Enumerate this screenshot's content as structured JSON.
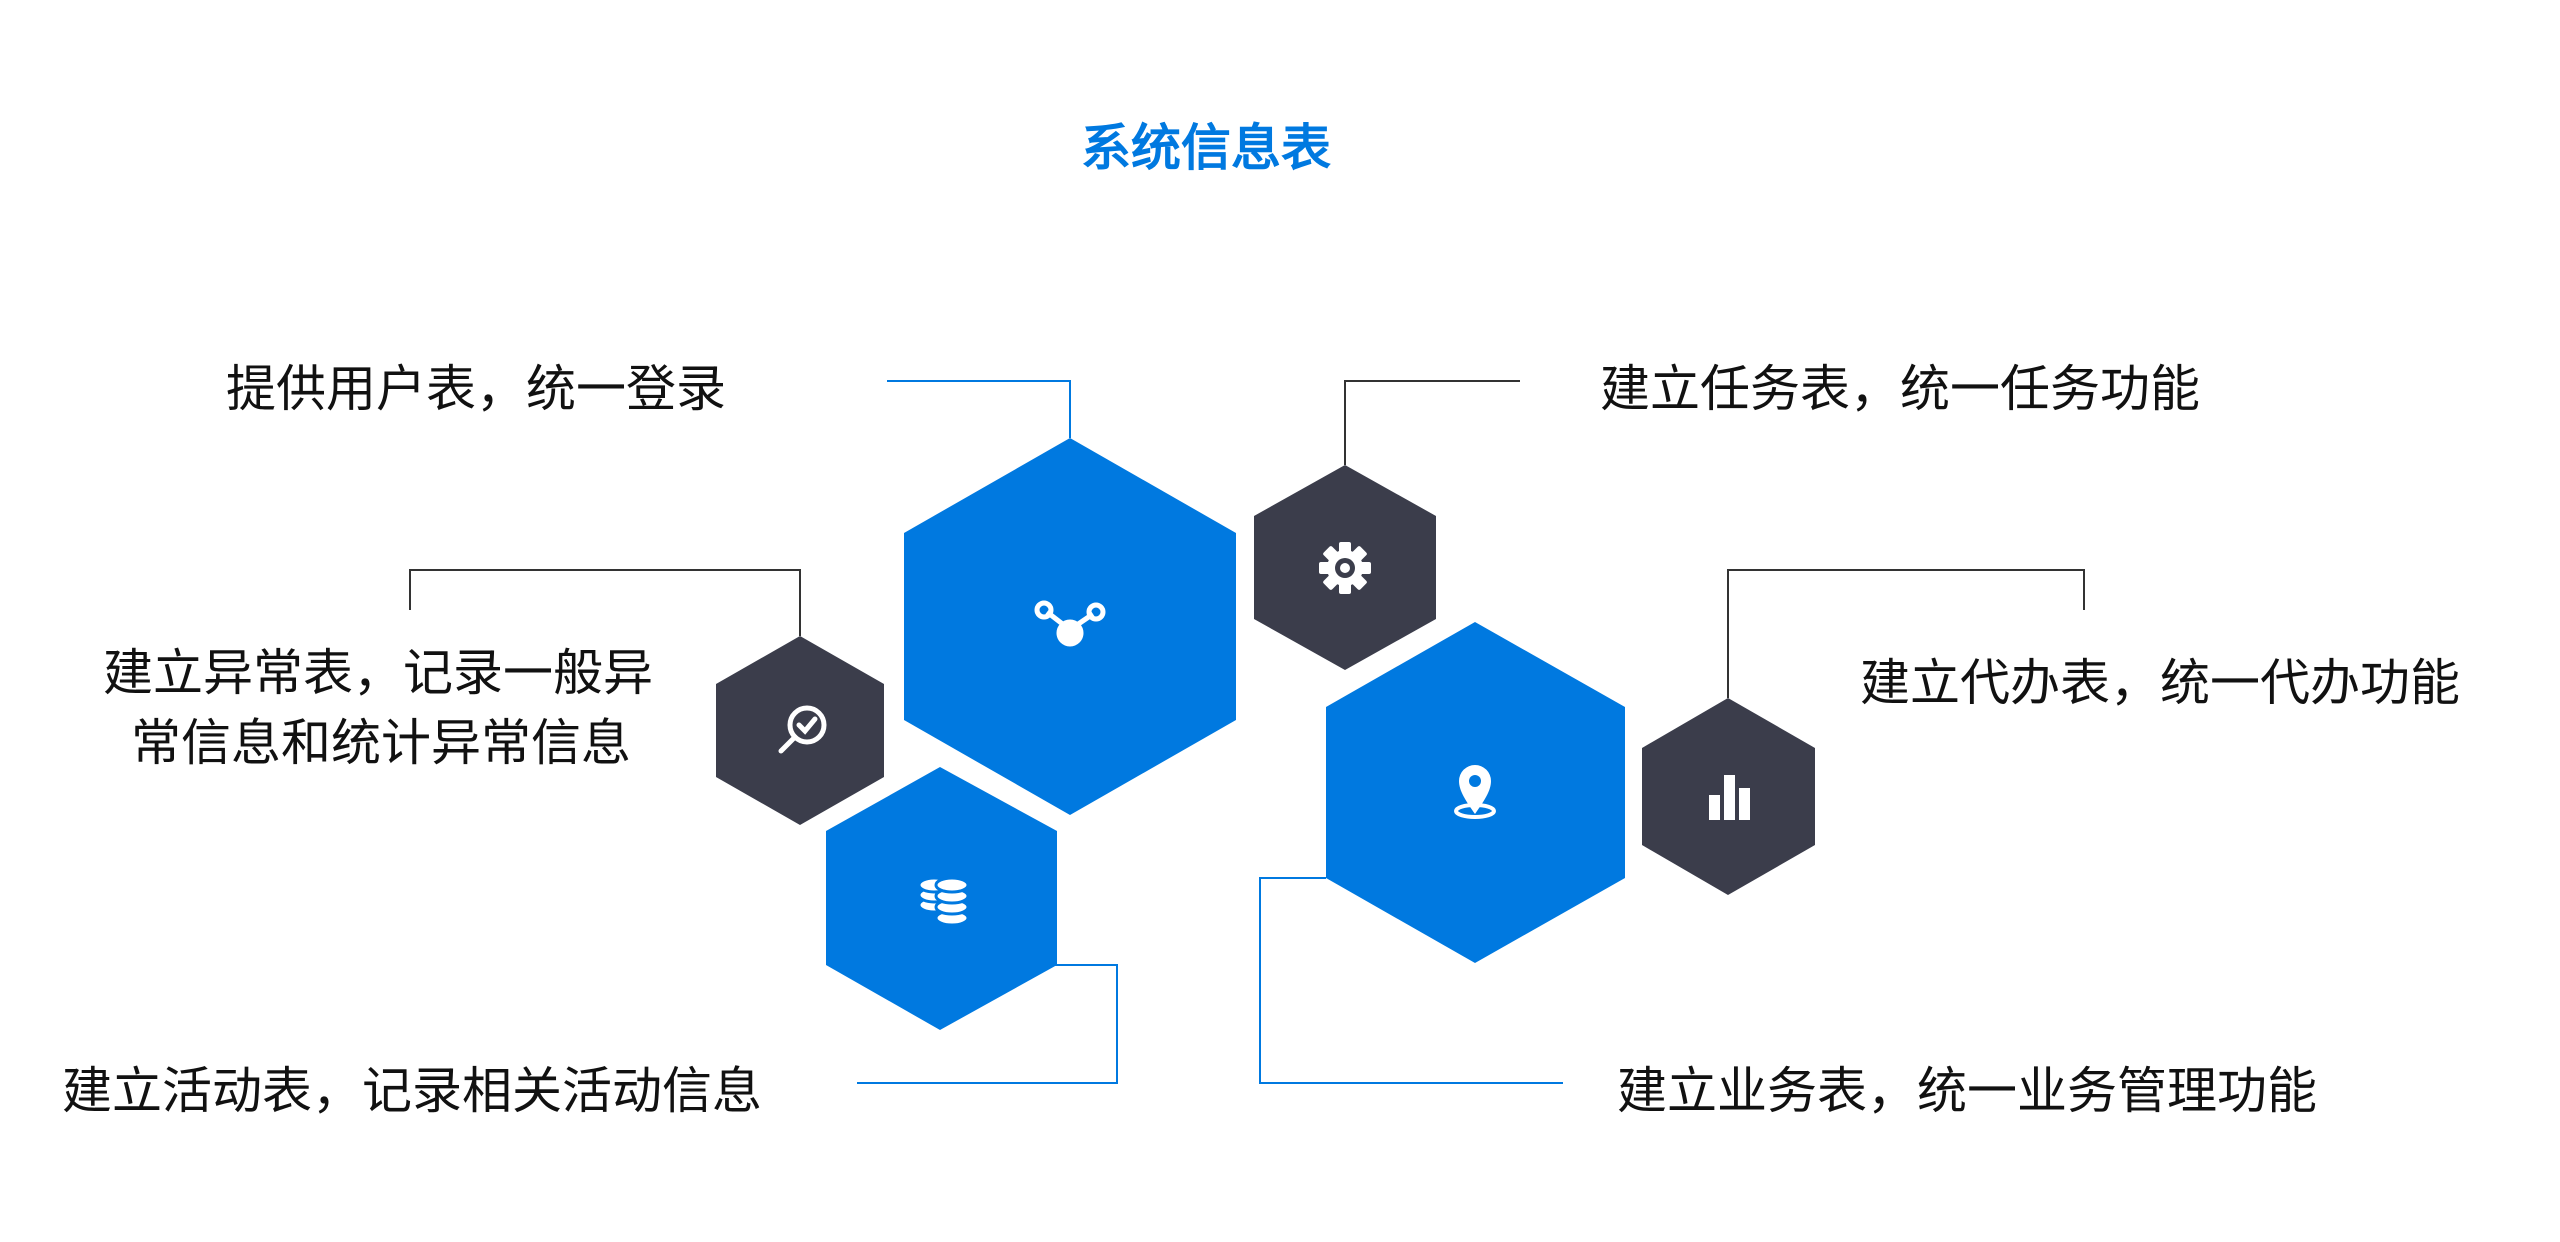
{
  "title": "系统信息表",
  "colors": {
    "accent": "#0079e0",
    "dark": "#3b3d4b",
    "line_dark": "#333333",
    "text": "#111111"
  },
  "labels": {
    "user_table": "提供用户表，统一登录",
    "exception_line1": "建立异常表，记录一般异",
    "exception_line2": "常信息和统计异常信息",
    "activity_table": "建立活动表，记录相关活动信息",
    "task_table": "建立任务表，统一任务功能",
    "agent_table": "建立代办表，统一代办功能",
    "business_table": "建立业务表，统一业务管理功能"
  },
  "nodes": [
    {
      "id": "user",
      "color": "accent",
      "icon": "share-nodes-icon"
    },
    {
      "id": "task",
      "color": "dark",
      "icon": "gear-icon"
    },
    {
      "id": "exception",
      "color": "dark",
      "icon": "magnifier-check-icon"
    },
    {
      "id": "activity",
      "color": "accent",
      "icon": "coins-stack-icon"
    },
    {
      "id": "business",
      "color": "accent",
      "icon": "location-pin-icon"
    },
    {
      "id": "agent",
      "color": "dark",
      "icon": "bar-chart-icon"
    }
  ]
}
